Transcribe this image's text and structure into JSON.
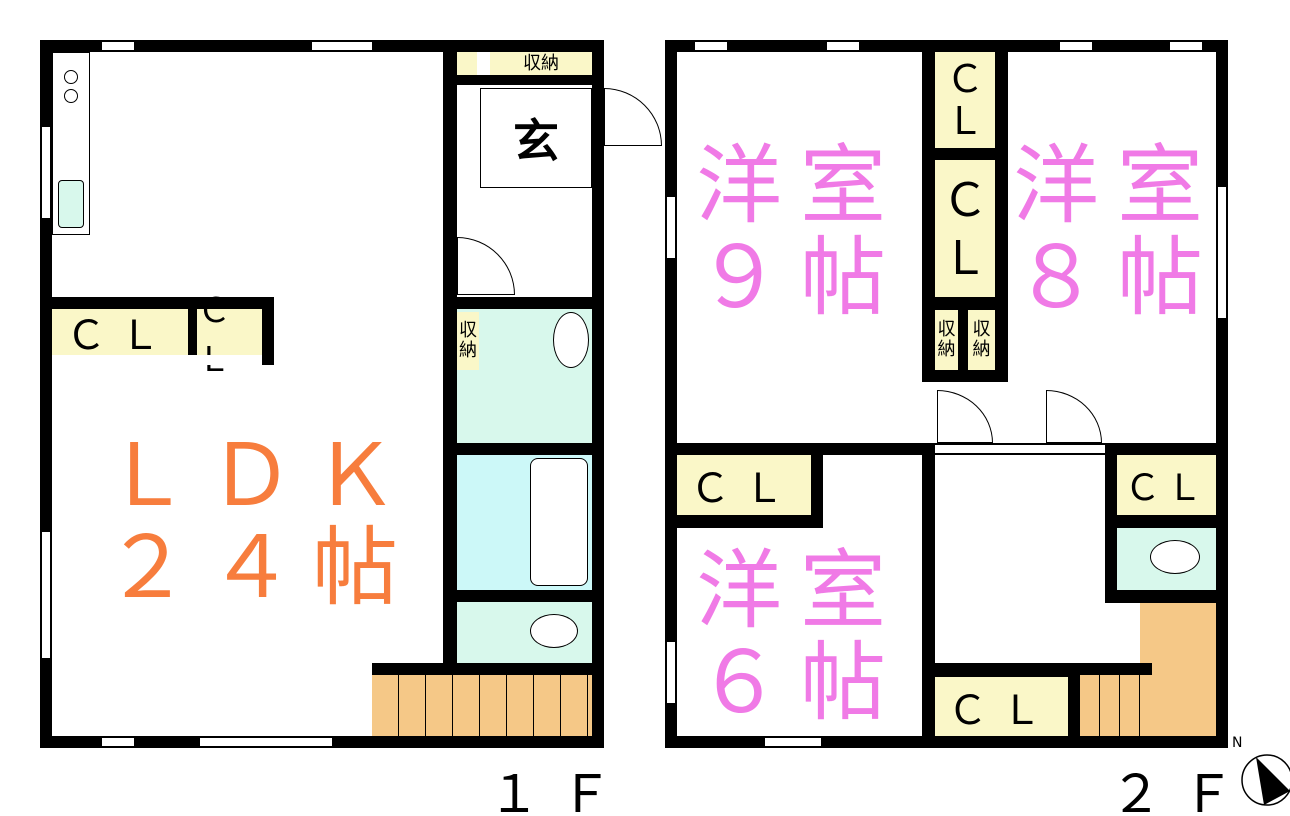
{
  "first_floor": {
    "floor_label": "１Ｆ",
    "ldk": {
      "line1": "ＬＤＫ",
      "line2": "２４帖"
    },
    "closets": [
      "ＣＬ",
      "ＣＬ"
    ],
    "storage_top": "収納",
    "storage_wash": "収納",
    "entrance": "玄"
  },
  "second_floor": {
    "floor_label": "２Ｆ",
    "room9": {
      "line1": "洋室",
      "line2": "９帖"
    },
    "room8": {
      "line1": "洋室",
      "line2": "８帖"
    },
    "room6": {
      "line1": "洋室",
      "line2": "６帖"
    },
    "cl_column": [
      "Ｃ",
      "Ｌ"
    ],
    "storage": [
      "収納",
      "収納"
    ],
    "closets": [
      "ＣＬ",
      "ＣＬ",
      "ＣＬ"
    ]
  },
  "compass": {
    "label": "N"
  },
  "colors": {
    "ldk_text": "#f77d3d",
    "room_text": "#f07ae6",
    "closet": "#faf7c8",
    "stairs": "#f5c887",
    "wet": "#d8f8ec"
  }
}
